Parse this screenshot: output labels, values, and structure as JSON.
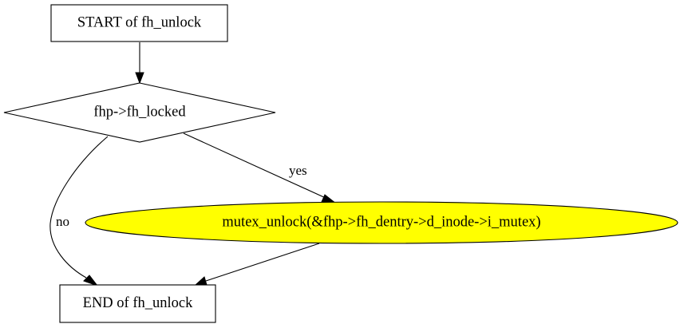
{
  "nodes": {
    "start": {
      "label": "START of fh_unlock",
      "shape": "box",
      "fill": "#ffffff"
    },
    "decision": {
      "label": "fhp->fh_locked",
      "shape": "diamond",
      "fill": "#ffffff"
    },
    "action": {
      "label": "mutex_unlock(&fhp->fh_dentry->d_inode->i_mutex)",
      "shape": "ellipse",
      "fill": "#ffff00"
    },
    "end": {
      "label": "END of fh_unlock",
      "shape": "box",
      "fill": "#ffffff"
    }
  },
  "edges": {
    "start_to_decision": {
      "label": ""
    },
    "decision_to_action": {
      "label": "yes"
    },
    "decision_to_end": {
      "label": "no"
    },
    "action_to_end": {
      "label": ""
    }
  }
}
